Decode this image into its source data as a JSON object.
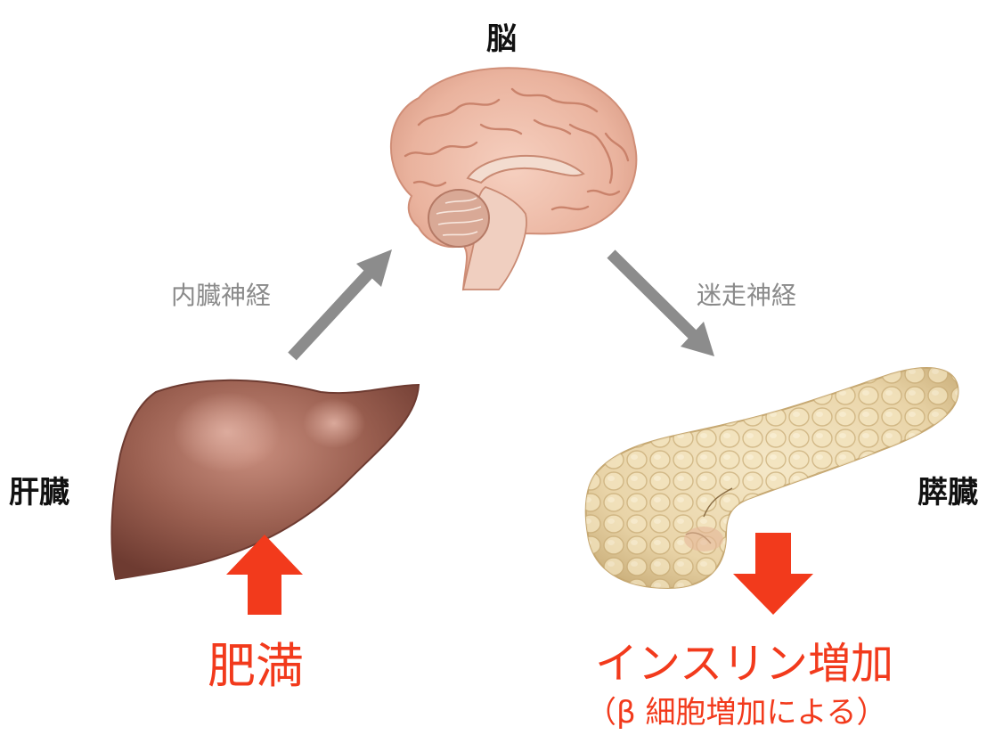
{
  "organs": {
    "brain": "脳",
    "liver": "肝臓",
    "pancreas": "膵臓"
  },
  "nerves": {
    "visceral": "内臓神経",
    "vagus": "迷走神経"
  },
  "effects": {
    "liver": "肥満",
    "pancreas": "インスリン増加",
    "pancreas_note": "（β 細胞増加による）"
  },
  "colors": {
    "nerve_arrow": "#8c8c8c",
    "effect_arrow": "#f23a1c",
    "brain": "#eab39e",
    "liver": "#8a5043",
    "pancreas": "#ead7ad"
  },
  "icons": {
    "brain": "brain-icon",
    "liver": "liver-icon",
    "pancreas": "pancreas-icon"
  }
}
